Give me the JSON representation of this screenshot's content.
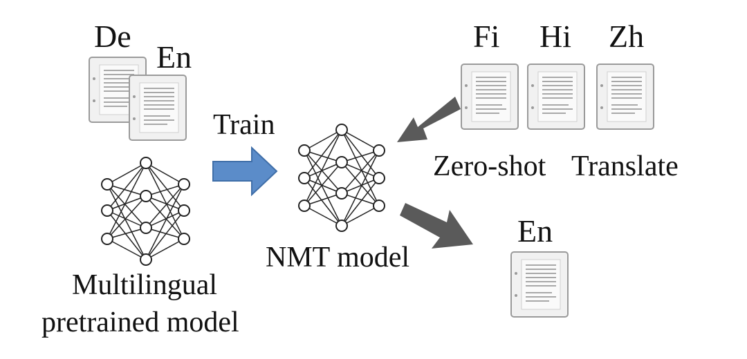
{
  "labels": {
    "de": "De",
    "en_top": "En",
    "train": "Train",
    "fi": "Fi",
    "hi": "Hi",
    "zh": "Zh",
    "zero_shot": "Zero-shot",
    "translate": "Translate",
    "nmt_model": "NMT model",
    "en_output": "En",
    "multilingual": "Multilingual",
    "pretrained_model": "pretrained model"
  },
  "colors": {
    "blue_arrow": "#5b8cc9",
    "blue_arrow_stroke": "#3f6ea8",
    "dark_arrow": "#5a5a5a",
    "doc_fill": "#f1f1f1",
    "doc_border": "#9a9a9a",
    "doc_lines": "#a8a8a8",
    "network_stroke": "#222222"
  },
  "icons": [
    "document-icon",
    "neural-network-icon",
    "arrow-right-icon",
    "arrow-diagonal-icon"
  ]
}
